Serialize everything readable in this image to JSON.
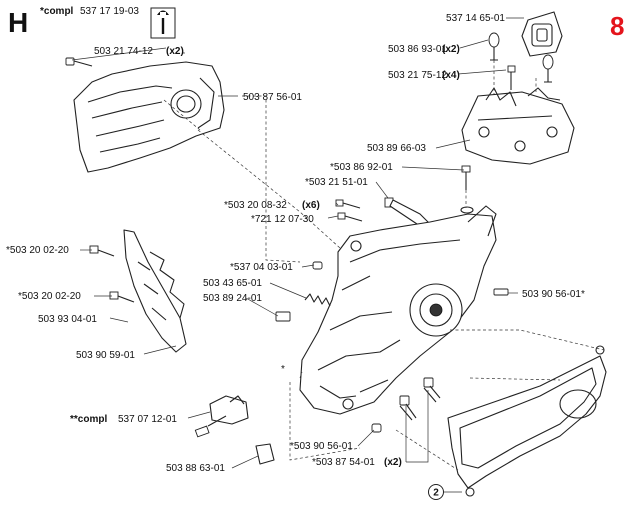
{
  "section": {
    "letter": "H",
    "page_number": "8",
    "tool_kit_label": "*compl",
    "tool_kit_number": "537 17 19-03"
  },
  "callouts": [
    {
      "id": "c1",
      "text": "537 14 65-01",
      "qty": ""
    },
    {
      "id": "c2",
      "text": "503 86 93-01",
      "qty": "(x2)"
    },
    {
      "id": "c3",
      "text": "503 21 75-12",
      "qty": "(x4)"
    },
    {
      "id": "c4",
      "text": "503 21 74-12",
      "qty": "(x2)"
    },
    {
      "id": "c5",
      "text": "503 87 56-01",
      "qty": ""
    },
    {
      "id": "c6",
      "text": "503 89 66-03",
      "qty": ""
    },
    {
      "id": "c7",
      "text": "*503 86 92-01",
      "qty": ""
    },
    {
      "id": "c8",
      "text": "*503 21 51-01",
      "qty": ""
    },
    {
      "id": "c9",
      "text": "*503 20 08-32",
      "qty": "(x6)"
    },
    {
      "id": "c10",
      "text": "*721 12 07-30",
      "qty": ""
    },
    {
      "id": "c11",
      "text": "*503 20 02-20",
      "qty": ""
    },
    {
      "id": "c12",
      "text": "*537 04 03-01",
      "qty": ""
    },
    {
      "id": "c13",
      "text": "503 43 65-01",
      "qty": ""
    },
    {
      "id": "c14",
      "text": "*503 20 02-20",
      "qty": ""
    },
    {
      "id": "c15",
      "text": "503 89 24-01",
      "qty": ""
    },
    {
      "id": "c16",
      "text": "503 93 04-01",
      "qty": ""
    },
    {
      "id": "c17",
      "text": "503 90 56-01*",
      "qty": ""
    },
    {
      "id": "c18",
      "text": "503 90 59-01",
      "qty": ""
    },
    {
      "id": "c19",
      "text": "**compl",
      "qty": "537 07 12-01"
    },
    {
      "id": "c20",
      "text": "*503 90 56-01",
      "qty": ""
    },
    {
      "id": "c21",
      "text": "*503 87 54-01",
      "qty": "(x2)"
    },
    {
      "id": "c22",
      "text": "503 88 63-01",
      "qty": ""
    }
  ],
  "markers": {
    "asterisk": "*",
    "circled_number": "2"
  },
  "colors": {
    "page_number": "#e4141c",
    "line": "#222222",
    "background": "#ffffff"
  }
}
